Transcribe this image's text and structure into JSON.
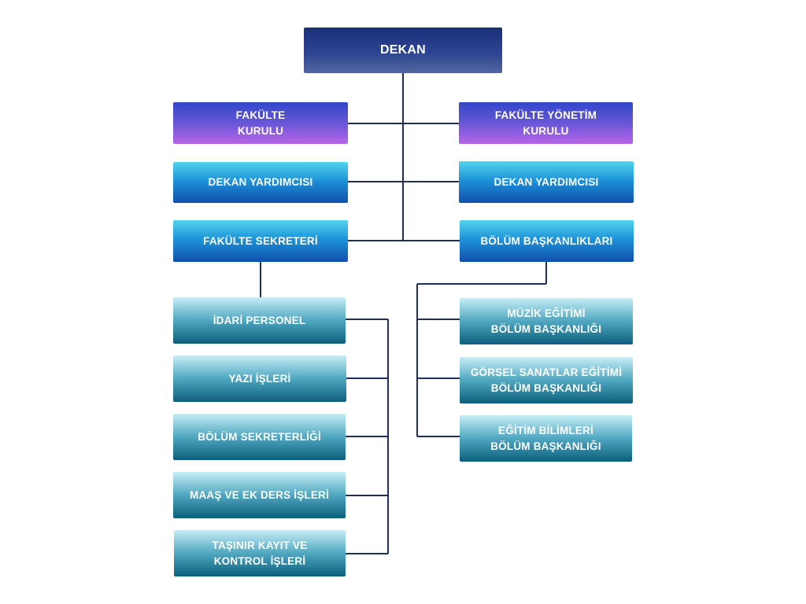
{
  "chart": {
    "root": "DEKAN",
    "boards": {
      "left": [
        "FAKÜLTE",
        "KURULU"
      ],
      "right": [
        "FAKÜLTE YÖNETİM",
        "KURULU"
      ]
    },
    "deputies": {
      "left": "DEKAN YARDIMCISI",
      "right": "DEKAN YARDIMCISI"
    },
    "secretary": "FAKÜLTE SEKRETERİ",
    "department_heads": "BÖLÜM BAŞKANLIKLARI",
    "secretary_units": [
      [
        "İDARİ PERSONEL"
      ],
      [
        "YAZI İŞLERİ"
      ],
      [
        "BÖLÜM SEKRETERLİĞİ"
      ],
      [
        "MAAŞ VE EK DERS İŞLERİ"
      ],
      [
        "TAŞINIR KAYIT VE",
        "KONTROL İŞLERİ"
      ]
    ],
    "departments": [
      [
        "MÜZİK EĞİTİMİ",
        "BÖLÜM BAŞKANLIĞI"
      ],
      [
        "GÖRSEL SANATLAR EĞİTİMİ",
        "BÖLÜM BAŞKANLIĞI"
      ],
      [
        "EĞİTİM BİLİMLERİ",
        "BÖLÜM BAŞKANLIĞI"
      ]
    ]
  },
  "colors": {
    "connector": "#1f3054",
    "root": "#2c4592",
    "boards": "#6956d6",
    "management": "#1d93d9",
    "units": "#4fa7c0"
  }
}
